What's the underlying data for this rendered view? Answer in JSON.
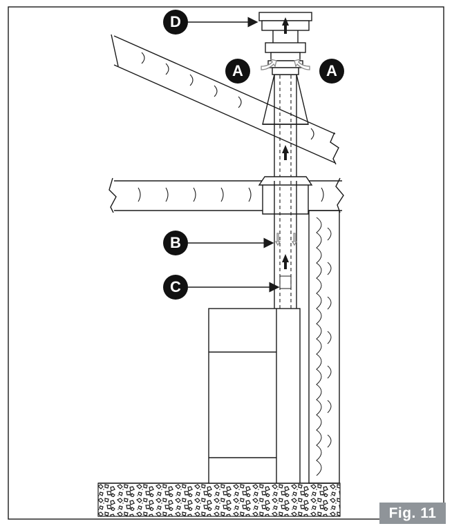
{
  "figure": {
    "label": "Fig. 11",
    "badge_color": "#8f9499"
  },
  "callouts": [
    {
      "id": "D",
      "label": "D"
    },
    {
      "id": "A-left",
      "label": "A"
    },
    {
      "id": "A-right",
      "label": "A"
    },
    {
      "id": "B",
      "label": "B"
    },
    {
      "id": "C",
      "label": "C"
    }
  ],
  "colors": {
    "line": "#1a1a1a",
    "callout_fill": "#111111",
    "arrow_hollow": "#aaaaaa"
  }
}
